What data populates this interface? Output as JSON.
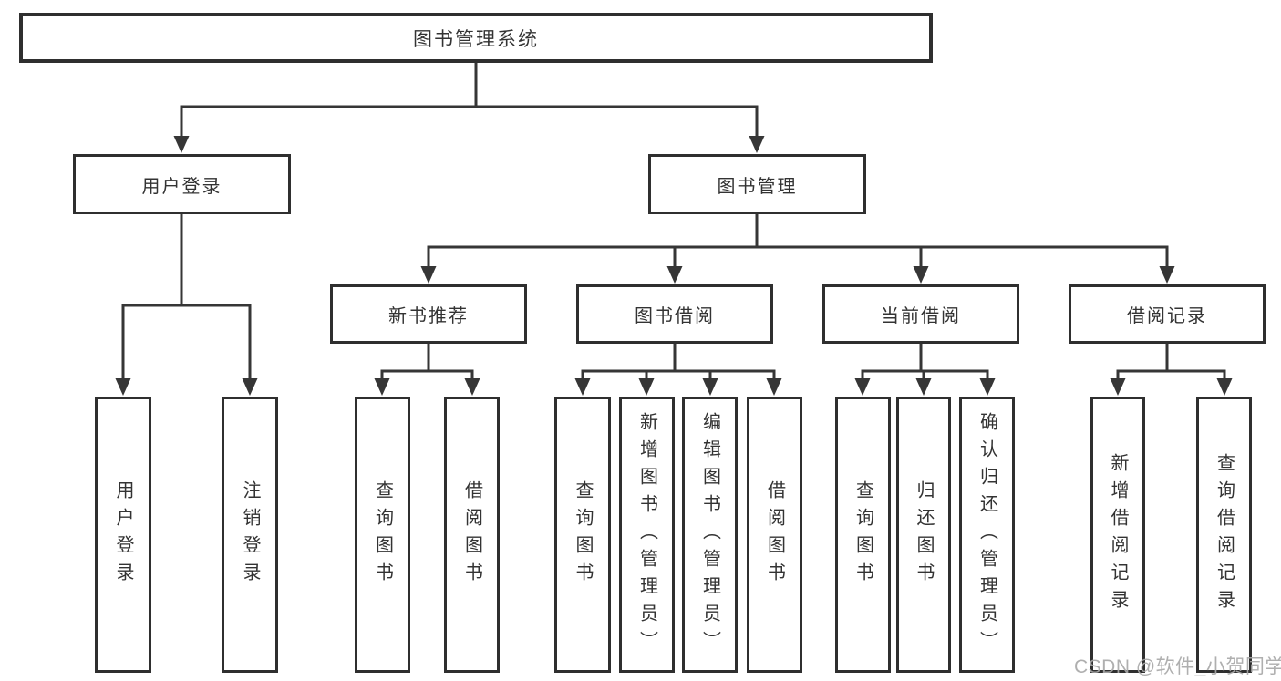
{
  "watermark": "CSDN @软件_小贺同学",
  "colors": {
    "line": "#363636",
    "box_border": "#2f2f2f",
    "text": "#333333",
    "background": "#ffffff",
    "watermark": "#a8a8a8"
  },
  "tree": {
    "root": {
      "label": "图书管理系统",
      "children": [
        {
          "label": "用户登录",
          "children": [
            {
              "label": "用户登录"
            },
            {
              "label": "注销登录"
            }
          ]
        },
        {
          "label": "图书管理",
          "children": [
            {
              "label": "新书推荐",
              "children": [
                {
                  "label": "查询图书"
                },
                {
                  "label": "借阅图书"
                }
              ]
            },
            {
              "label": "图书借阅",
              "children": [
                {
                  "label": "查询图书"
                },
                {
                  "label": "新增图书（管理员）"
                },
                {
                  "label": "编辑图书（管理员）"
                },
                {
                  "label": "借阅图书"
                }
              ]
            },
            {
              "label": "当前借阅",
              "children": [
                {
                  "label": "查询图书"
                },
                {
                  "label": "归还图书"
                },
                {
                  "label": "确认归还（管理员）"
                }
              ]
            },
            {
              "label": "借阅记录",
              "children": [
                {
                  "label": "新增借阅记录"
                },
                {
                  "label": "查询借阅记录"
                }
              ]
            }
          ]
        }
      ]
    }
  }
}
